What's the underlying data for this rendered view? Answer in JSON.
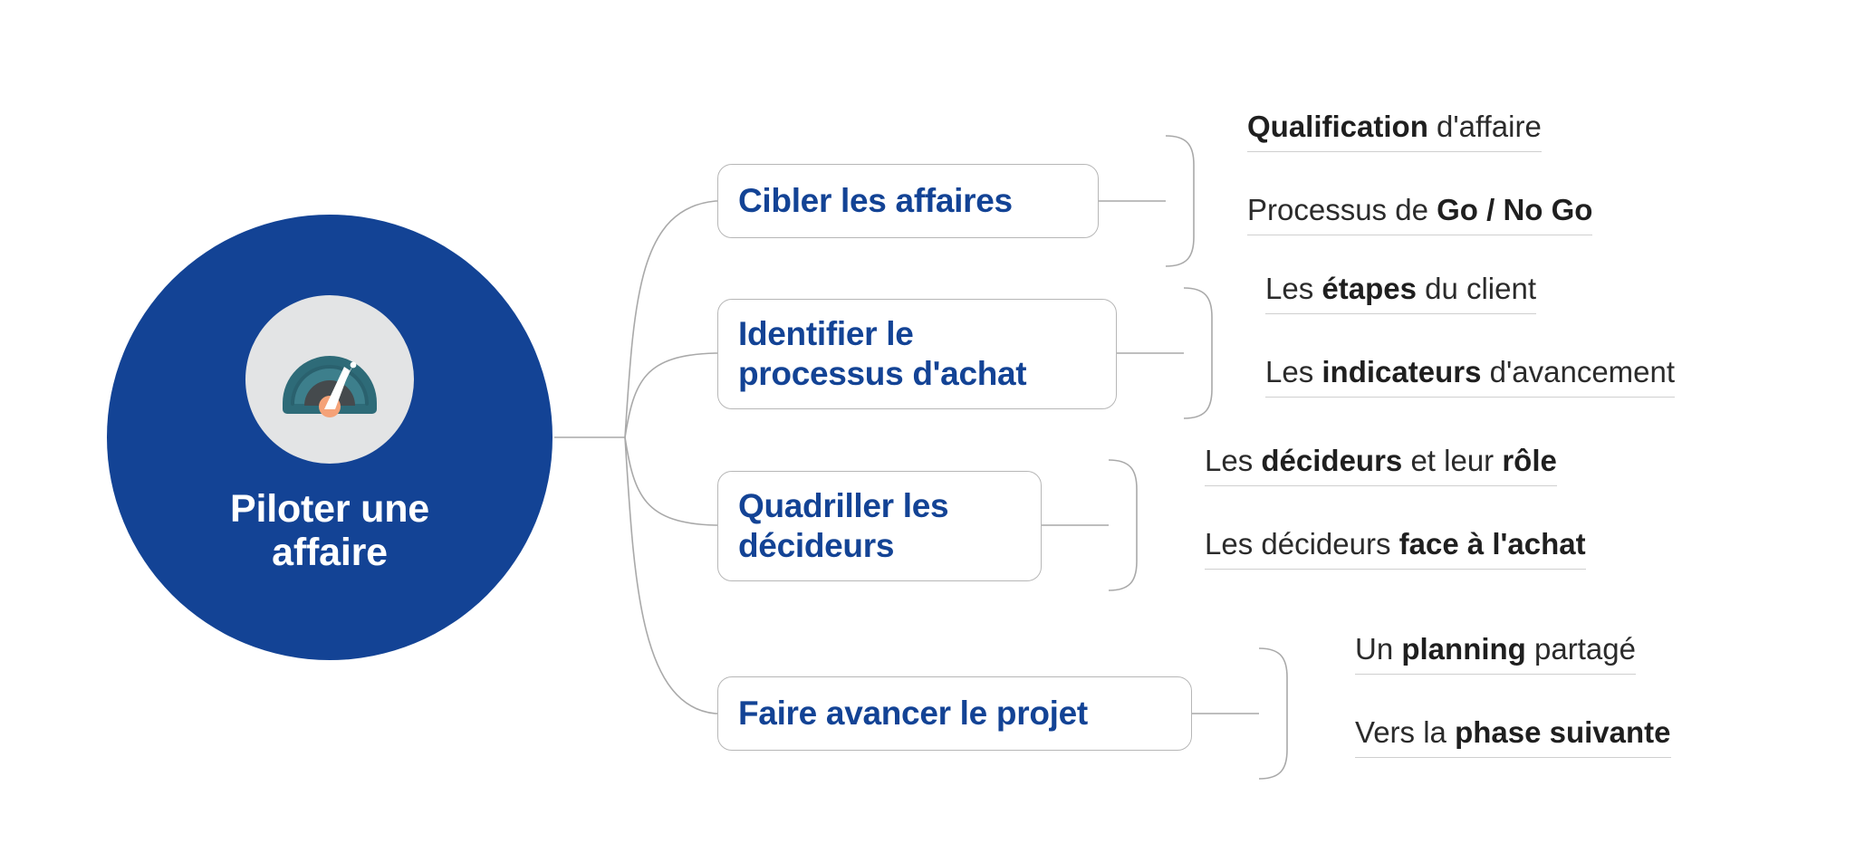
{
  "diagram": {
    "type": "mind-map",
    "title": "Piloter une affaire",
    "language": "fr",
    "colors": {
      "root_fill": "#134395",
      "root_text": "#ffffff",
      "branch_text": "#134395",
      "leaf_text": "#2b2b2b",
      "connector": "#a9a9a9",
      "box_border": "#b7b7b7",
      "icon_disc": "#e3e4e5",
      "icon_arc_outer": "#2e6b78",
      "icon_arc_inner": "#3d7f8c",
      "icon_dial": "#454a4d",
      "icon_needle": "#ffffff",
      "icon_pivot": "#f5a278"
    }
  },
  "root": {
    "label": "Piloter une\naffaire",
    "icon": "gauge-icon"
  },
  "branches": [
    {
      "id": "cibler-les-affaires",
      "label": "Cibler les affaires",
      "leaves": [
        {
          "id": "qualification-affaire",
          "bold": "Qualification",
          "rest": " d'affaire",
          "bold_first": true,
          "text": "Qualification d'affaire"
        },
        {
          "id": "processus-go-no-go",
          "plain": "Processus de ",
          "bold": "Go / No Go",
          "bold_first": false,
          "text": "Processus de Go / No Go"
        }
      ]
    },
    {
      "id": "identifier-le-processus-achat",
      "label": "Identifier le\nprocessus d'achat",
      "leaves": [
        {
          "id": "etapes-du-client",
          "plain": "Les ",
          "bold": "étapes",
          "rest": " du client",
          "bold_first": false,
          "text": "Les étapes du client"
        },
        {
          "id": "indicateurs-avancement",
          "plain": "Les ",
          "bold": "indicateurs",
          "rest": " d'avancement",
          "bold_first": false,
          "text": "Les indicateurs d'avancement"
        }
      ]
    },
    {
      "id": "quadriller-les-decideurs",
      "label": "Quadriller les\ndécideurs",
      "leaves": [
        {
          "id": "decideurs-et-leur-role",
          "plain": "Les ",
          "bold": "décideurs",
          "rest": " et leur ",
          "bold2": "rôle",
          "bold_first": false,
          "text": "Les décideurs et leur rôle"
        },
        {
          "id": "decideurs-face-achat",
          "plain": "Les décideurs ",
          "bold": "face à l'achat",
          "bold_first": false,
          "text": "Les décideurs face à l'achat"
        }
      ]
    },
    {
      "id": "faire-avancer-le-projet",
      "label": "Faire avancer le projet",
      "leaves": [
        {
          "id": "planning-partage",
          "plain": "Un ",
          "bold": "planning",
          "rest": " partagé",
          "bold_first": false,
          "text": "Un planning partagé"
        },
        {
          "id": "vers-phase-suivante",
          "plain": "Vers la ",
          "bold": "phase suivante",
          "bold_first": false,
          "text": "Vers la phase suivante"
        }
      ]
    }
  ]
}
